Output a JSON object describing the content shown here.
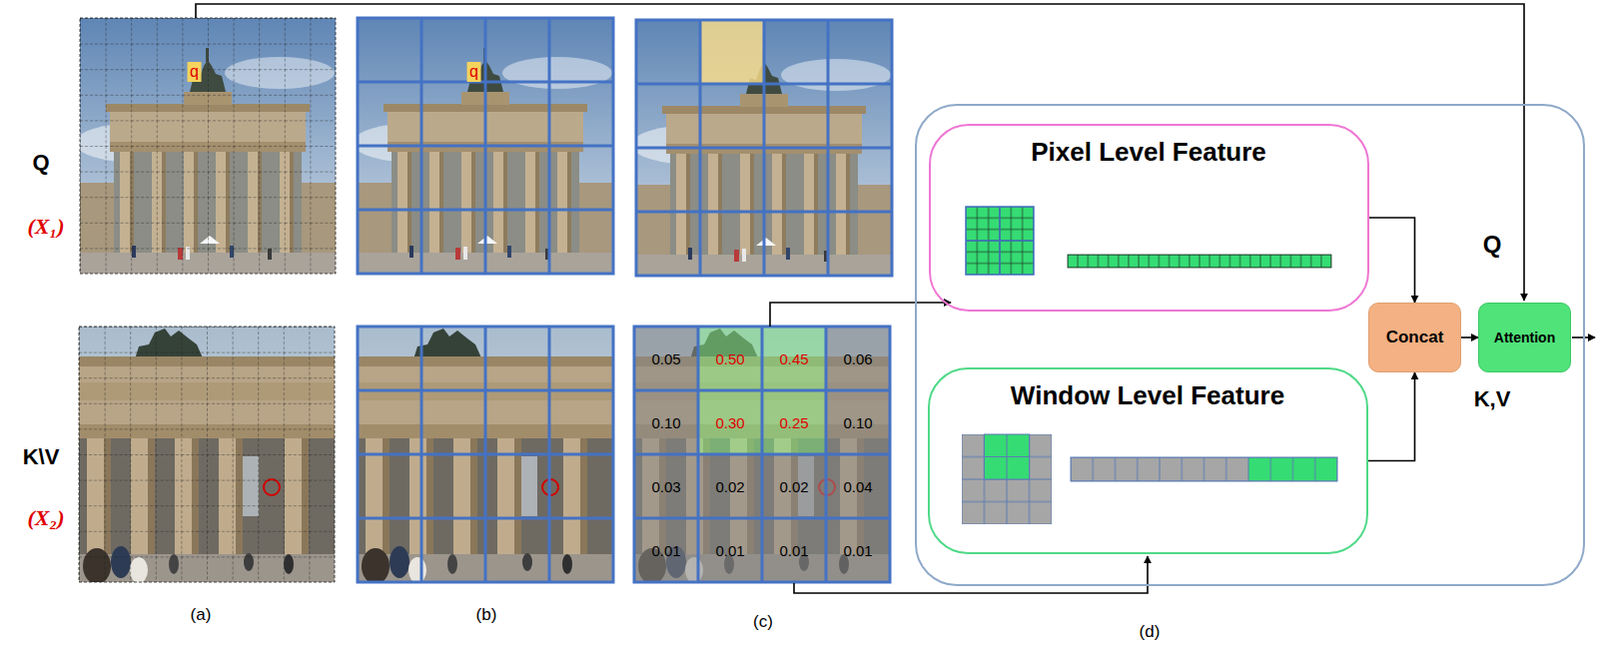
{
  "diagram": {
    "nodes": [
      {
        "text": [
          "(d)"
        ]
      },
      {
        "text": [
          "Pixel Level Feature"
        ],
        "in": 0
      },
      {
        "text": [
          "Window Level Feature"
        ],
        "in": 0
      },
      {
        "text": [
          "Concat"
        ],
        "in": 0
      },
      {
        "text": [
          "Attention"
        ],
        "in": 0
      }
    ],
    "edges": [
      {
        "from": 1,
        "to": 3,
        "arrow": "to"
      },
      {
        "from": 2,
        "to": 3,
        "arrow": "to"
      },
      {
        "from": 3,
        "to": 4,
        "arrow": "to"
      }
    ],
    "labels": [
      "Q",
      "(X₁)",
      "K\\V",
      "(X₂)",
      "q",
      "q",
      "0.05",
      "0.50",
      "0.45",
      "0.06",
      "0.10",
      "0.30",
      "0.25",
      "0.10",
      "0.03",
      "0.02",
      "0.02",
      "0.04",
      "0.01",
      "0.01",
      "0.01",
      "0.01",
      "(a)",
      "(b)",
      "(c)",
      "Q",
      "K,V"
    ]
  }
}
